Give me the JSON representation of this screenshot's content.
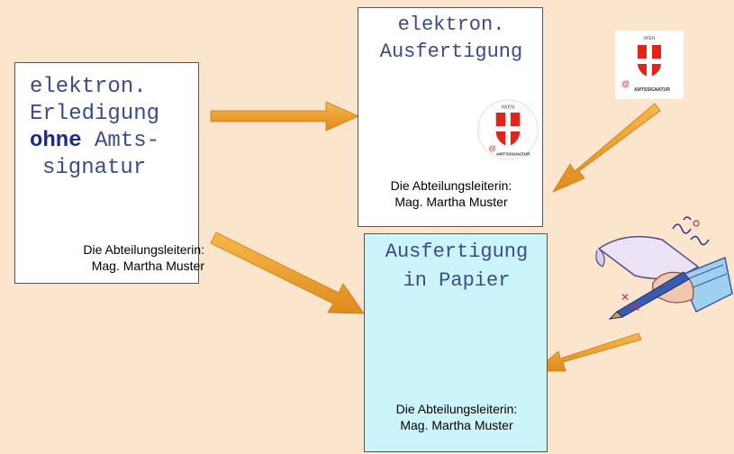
{
  "original_doc": {
    "line1": "elektron.",
    "line2": "Erledigung",
    "line3_bold": "ohne",
    "line3_rest": " Amts-",
    "line4": "signatur",
    "signer_role": "Die Abteilungsleiterin:",
    "signer_name": "Mag. Martha Muster"
  },
  "electronic_copy": {
    "line1": "elektron.",
    "line2": "Ausfertigung",
    "signer_role": "Die Abteilungsleiterin:",
    "signer_name": "Mag. Martha Muster",
    "seal_top_text": "WIEN",
    "seal_bottom_text": "AMTSSIGNATUR"
  },
  "paper_copy": {
    "line1": "Ausfertigung",
    "line2": "in Papier",
    "signer_role": "Die Abteilungsleiterin:",
    "signer_name": "Mag. Martha Muster"
  },
  "standalone_seal": {
    "top_text": "WIEN",
    "bottom_text": "AMTSSIGNATUR"
  },
  "colors": {
    "background": "#fce5cd",
    "arrow": "#f0a030",
    "paper_doc": "#ccf5fb",
    "wien_red": "#e2231a",
    "title_text": "#3d4a8a"
  }
}
